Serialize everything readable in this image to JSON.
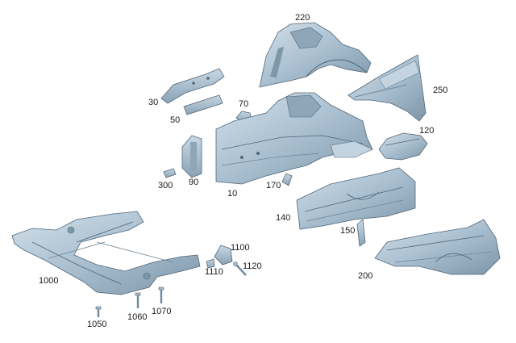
{
  "diagram": {
    "parts": [
      {
        "id": "p220",
        "label": "220"
      },
      {
        "id": "p250",
        "label": "250"
      },
      {
        "id": "p30",
        "label": "30"
      },
      {
        "id": "p50",
        "label": "50"
      },
      {
        "id": "p70",
        "label": "70"
      },
      {
        "id": "p10",
        "label": "10"
      },
      {
        "id": "p120",
        "label": "120"
      },
      {
        "id": "p300",
        "label": "300"
      },
      {
        "id": "p90",
        "label": "90"
      },
      {
        "id": "p170",
        "label": "170"
      },
      {
        "id": "p140",
        "label": "140"
      },
      {
        "id": "p150",
        "label": "150"
      },
      {
        "id": "p200",
        "label": "200"
      },
      {
        "id": "p1000",
        "label": "1000"
      },
      {
        "id": "p1100",
        "label": "1100"
      },
      {
        "id": "p1110",
        "label": "1110"
      },
      {
        "id": "p1120",
        "label": "1120"
      },
      {
        "id": "p1050",
        "label": "1050"
      },
      {
        "id": "p1060",
        "label": "1060"
      },
      {
        "id": "p1070",
        "label": "1070"
      }
    ]
  },
  "colors": {
    "part_fill": "#a9bfd0",
    "part_light": "#d3e0ea",
    "part_dark": "#6f889b",
    "part_stroke": "#50677a",
    "label_text": "#1a1a1a"
  }
}
